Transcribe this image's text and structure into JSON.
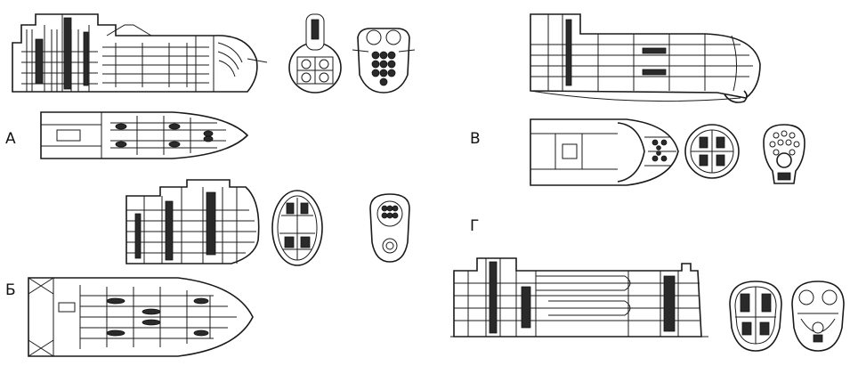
{
  "labels": {
    "a": "А",
    "b": "Б",
    "v": "В",
    "g": "Г"
  },
  "colors": {
    "ink": "#1a1a1a",
    "paper": "#ffffff"
  }
}
